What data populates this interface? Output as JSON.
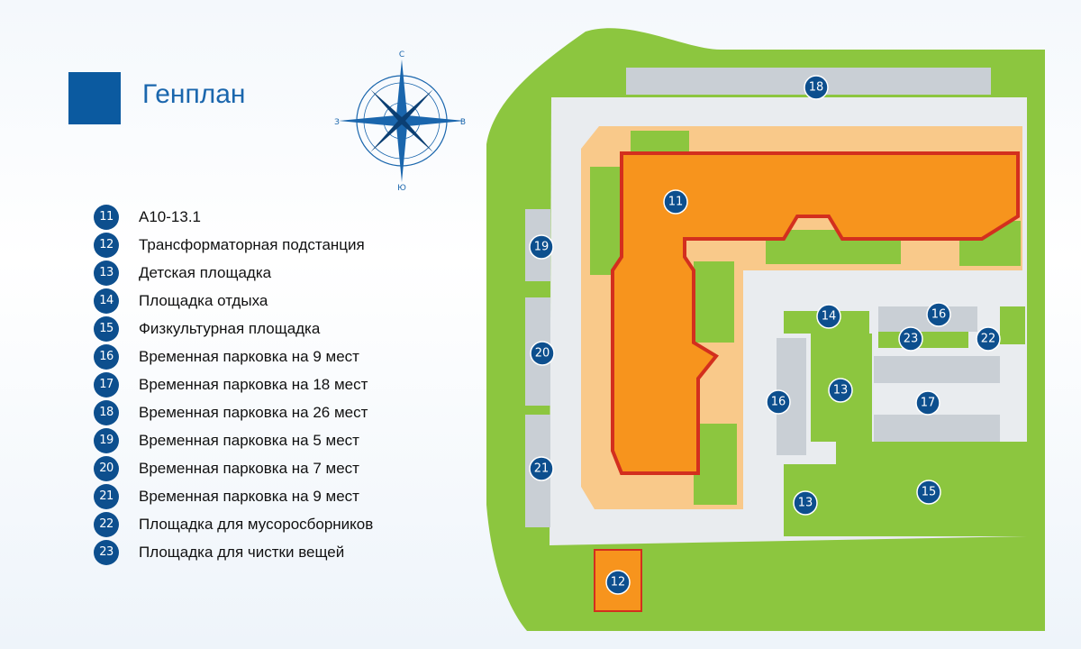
{
  "page": {
    "title": "Генплан"
  },
  "compass": {
    "north": "С",
    "south": "Ю",
    "east": "В",
    "west": "З"
  },
  "legend": [
    {
      "num": "11",
      "label": "А10-13.1"
    },
    {
      "num": "12",
      "label": "Трансформаторная подстанция"
    },
    {
      "num": "13",
      "label": "Детская площадка"
    },
    {
      "num": "14",
      "label": "Площадка отдыха"
    },
    {
      "num": "15",
      "label": "Физкультурная площадка"
    },
    {
      "num": "16",
      "label": "Временная парковка на 9 мест"
    },
    {
      "num": "17",
      "label": "Временная парковка на 18 мест"
    },
    {
      "num": "18",
      "label": "Временная парковка на 26 мест"
    },
    {
      "num": "19",
      "label": "Временная парковка на 5 мест"
    },
    {
      "num": "20",
      "label": "Временная парковка на 7 мест"
    },
    {
      "num": "21",
      "label": "Временная парковка на 9 мест"
    },
    {
      "num": "22",
      "label": "Площадка для мусоросборников"
    },
    {
      "num": "23",
      "label": "Площадка для чистки вещей"
    }
  ],
  "map_markers": [
    "11",
    "18",
    "19",
    "20",
    "21",
    "12",
    "14",
    "16",
    "23",
    "22",
    "13",
    "17",
    "16",
    "13",
    "15"
  ],
  "colors": {
    "brand_blue": "#0b5aa0",
    "marker": "#0d4f8e",
    "lawn": "#8cc63f",
    "building": "#f7941d",
    "outline": "#d32f1e",
    "pavement": "#f9c98a",
    "road": "#e9ecef",
    "parking": "#c9cfd5"
  }
}
